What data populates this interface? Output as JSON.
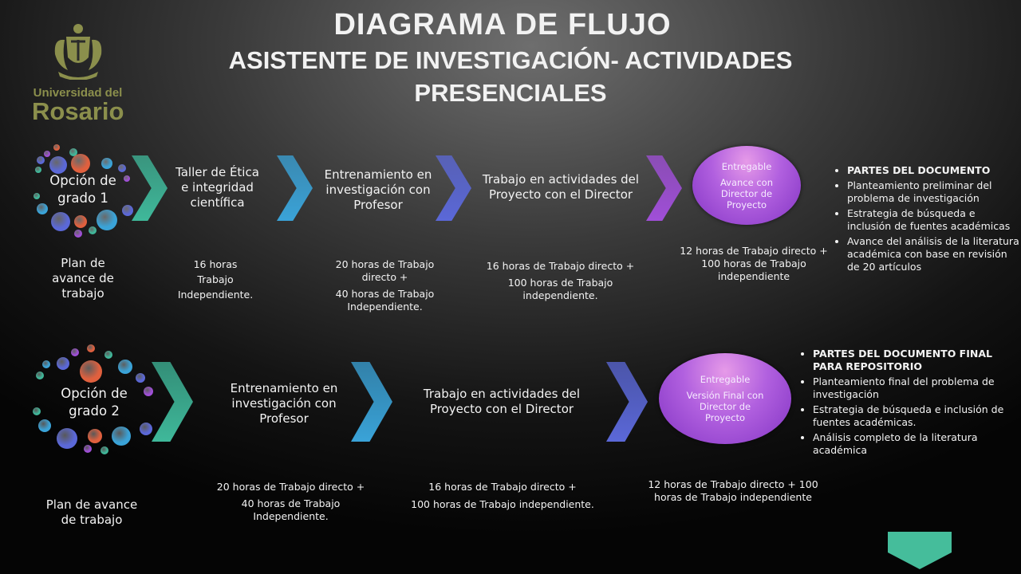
{
  "header": {
    "title": "DIAGRAMA DE FLUJO",
    "subtitle": "ASISTENTE DE INVESTIGACIÓN- ACTIVIDADES PRESENCIALES"
  },
  "logo": {
    "line1": "Universidad del",
    "line2": "Rosario"
  },
  "colors": {
    "green": "#3fb89a",
    "blue": "#3aa3d8",
    "indigo": "#5b68d8",
    "purple": "#a04fd8",
    "orange": "#e0603e"
  },
  "row1": {
    "option": "Opción de grado 1",
    "plan": "Plan de avance de trabajo",
    "steps": [
      {
        "label": "Taller de Ética e integridad científica",
        "hours": [
          "16 horas",
          "Trabajo Independiente."
        ]
      },
      {
        "label": "Entrenamiento en investigación con Profesor",
        "hours": [
          "20 horas de Trabajo directo +",
          "40 horas de Trabajo Independiente."
        ]
      },
      {
        "label": "Trabajo en actividades del Proyecto con el Director",
        "hours": [
          "16 horas de Trabajo directo +",
          "100 horas de Trabajo independiente."
        ]
      }
    ],
    "deliverable": {
      "title": "Entregable",
      "body": "Avance con Director de Proyecto",
      "hours": "12 horas de Trabajo directo + 100 horas de Trabajo independiente"
    },
    "parts": [
      "PARTES DEL DOCUMENTO",
      "Planteamiento preliminar del problema de investigación",
      "Estrategia de búsqueda e inclusión de fuentes académicas",
      "Avance del análisis de la literatura académica con base en revisión de 20 artículos"
    ]
  },
  "row2": {
    "option": "Opción de grado 2",
    "plan": "Plan de avance de trabajo",
    "steps": [
      {
        "label": "Entrenamiento en investigación con Profesor",
        "hours": [
          "20 horas de Trabajo directo +",
          "40 horas de Trabajo Independiente."
        ]
      },
      {
        "label": "Trabajo en actividades del Proyecto con el Director",
        "hours": [
          "16 horas de Trabajo directo +",
          "100 horas de Trabajo independiente."
        ]
      }
    ],
    "deliverable": {
      "title": "Entregable",
      "body": "Versión Final con Director de Proyecto",
      "hours": "12 horas de Trabajo directo + 100 horas de Trabajo independiente"
    },
    "parts": [
      "PARTES DEL DOCUMENTO FINAL PARA REPOSITORIO",
      "Planteamiento final del problema de investigación",
      "Estrategia de búsqueda e inclusión de fuentes académicas.",
      "Análisis completo de la literatura académica"
    ]
  }
}
